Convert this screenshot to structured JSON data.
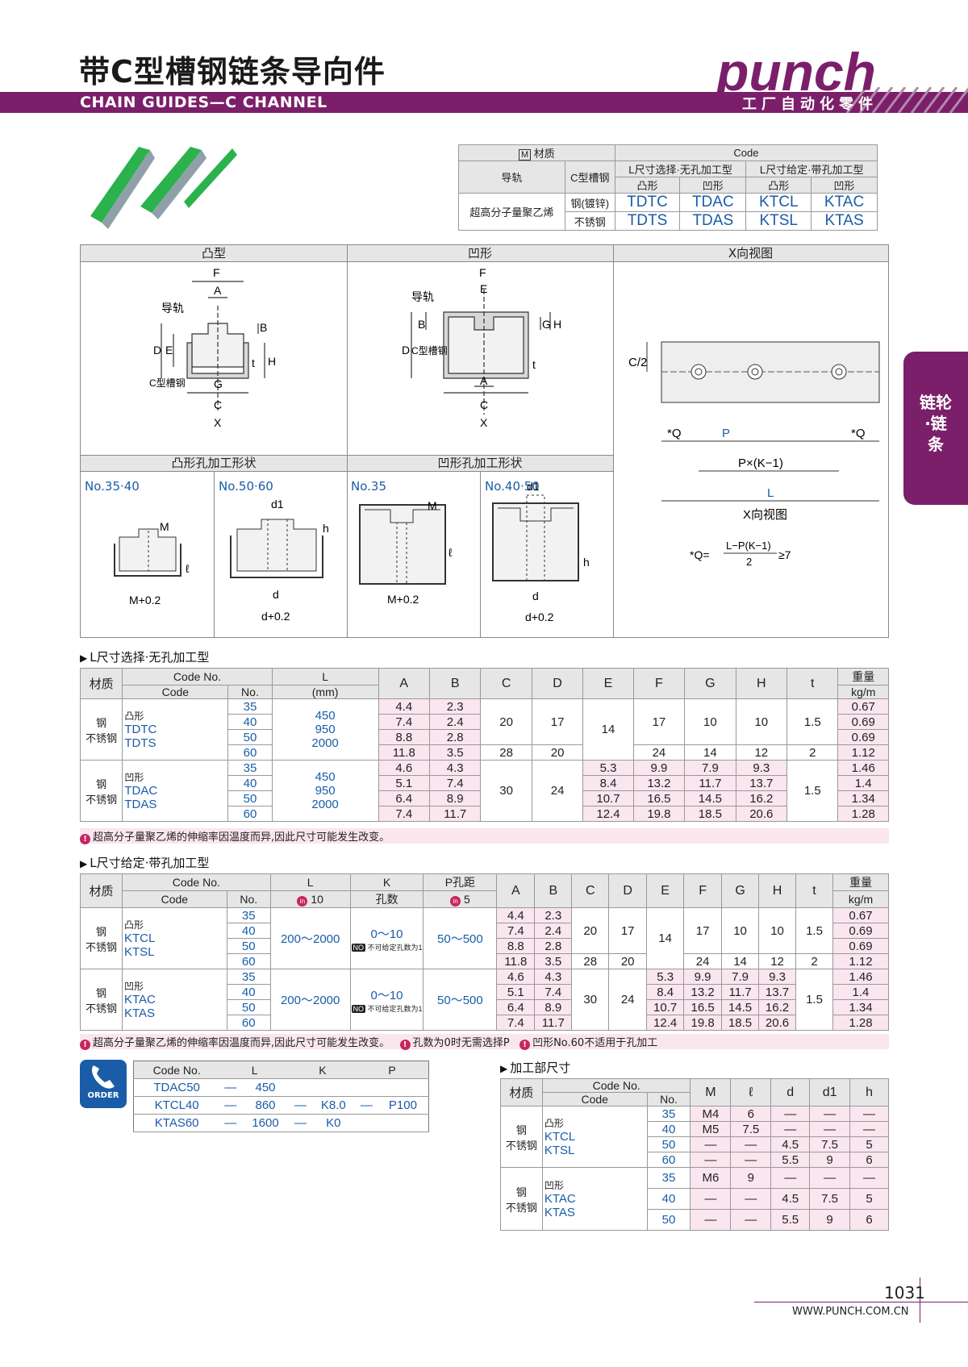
{
  "header": {
    "title_zh": "带C型槽钢链条导向件",
    "title_en": "CHAIN GUIDES—C CHANNEL",
    "logo": "punch",
    "tagline": "工厂自动化零件"
  },
  "side_tab": {
    "label": "链轮·链条"
  },
  "code_table": {
    "material_label": "材质",
    "code_label": "Code",
    "rail": "导轨",
    "channel": "C型槽钢",
    "l_select": "L尺寸选择·无孔加工型",
    "l_specify": "L尺寸给定·带孔加工型",
    "convex": "凸形",
    "concave": "凹形",
    "uhmw": "超高分子量聚乙烯",
    "rows": [
      {
        "channel": "钢(镀锌)",
        "codes": [
          "TDTC",
          "TDAC",
          "KTCL",
          "KTAC"
        ]
      },
      {
        "channel": "不锈钢",
        "codes": [
          "TDTS",
          "TDAS",
          "KTSL",
          "KTAS"
        ]
      }
    ]
  },
  "diagrams": {
    "convex_title": "凸型",
    "concave_title": "凹形",
    "xview_title": "X向视图",
    "convex_hole_title": "凸形孔加工形状",
    "concave_hole_title": "凹形孔加工形状",
    "sizes": [
      "No.35·40",
      "No.50·60",
      "No.35",
      "No.40·50"
    ],
    "rail_label": "导轨",
    "channel_label": "C型槽钢",
    "dims": {
      "F": "F",
      "A": "A",
      "B": "B",
      "D": "D",
      "E": "E",
      "H": "H",
      "t": "t",
      "G": "G",
      "C": "C",
      "X": "X",
      "M": "M",
      "l": "ℓ",
      "d1": "d1",
      "h": "h",
      "d": "d"
    },
    "m_tol": "M+0.2",
    "d_tol": "d+0.2",
    "xview": {
      "c2": "C/2",
      "q": "*Q",
      "p": "P",
      "pk": "P×(K−1)",
      "L": "L",
      "caption": "X向视图",
      "formula_lhs": "*Q=",
      "formula_num": "L−P(K−1)",
      "formula_den": "2",
      "formula_rhs": "≥7"
    }
  },
  "section1": {
    "heading": "L尺寸选择·无孔加工型",
    "headers": {
      "material": "材质",
      "code_no": "Code No.",
      "code": "Code",
      "no": "No.",
      "L": "L",
      "L_unit": "(mm)",
      "A": "A",
      "B": "B",
      "C": "C",
      "D": "D",
      "E": "E",
      "F": "F",
      "G": "G",
      "H": "H",
      "t": "t",
      "weight": "重量",
      "weight_unit": "kg/m"
    },
    "groups": [
      {
        "shape": "凸形",
        "mat1": "钢",
        "mat2": "不锈钢",
        "code1": "TDTC",
        "code2": "TDTS",
        "L": [
          "450",
          "950",
          "2000"
        ],
        "rows": [
          {
            "no": "35",
            "A": "4.4",
            "B": "2.3",
            "w": "0.67"
          },
          {
            "no": "40",
            "A": "7.4",
            "B": "2.4",
            "w": "0.69"
          },
          {
            "no": "50",
            "A": "8.8",
            "B": "2.8",
            "w": "0.69"
          },
          {
            "no": "60",
            "A": "11.8",
            "B": "3.5",
            "w": "1.12"
          }
        ],
        "C1": "20",
        "D1": "17",
        "E": "14",
        "F1": "17",
        "G1": "10",
        "H1": "10",
        "t1": "1.5",
        "C2": "28",
        "D2": "20",
        "F2": "24",
        "G2": "14",
        "H2": "12",
        "t2": "2"
      },
      {
        "shape": "凹形",
        "mat1": "钢",
        "mat2": "不锈钢",
        "code1": "TDAC",
        "code2": "TDAS",
        "L": [
          "450",
          "950",
          "2000"
        ],
        "rows": [
          {
            "no": "35",
            "A": "4.6",
            "B": "4.3",
            "E": "5.3",
            "F": "9.9",
            "G": "7.9",
            "H": "9.3",
            "w": "1.46"
          },
          {
            "no": "40",
            "A": "5.1",
            "B": "7.4",
            "E": "8.4",
            "F": "13.2",
            "G": "11.7",
            "H": "13.7",
            "w": "1.4"
          },
          {
            "no": "50",
            "A": "6.4",
            "B": "8.9",
            "E": "10.7",
            "F": "16.5",
            "G": "14.5",
            "H": "16.2",
            "w": "1.34"
          },
          {
            "no": "60",
            "A": "7.4",
            "B": "11.7",
            "E": "12.4",
            "F": "19.8",
            "G": "18.5",
            "H": "20.6",
            "w": "1.28"
          }
        ],
        "C": "30",
        "D": "24",
        "t": "1.5"
      }
    ],
    "note": "超高分子量聚乙烯的伸缩率因温度而异,因此尺寸可能发生改变。"
  },
  "section2": {
    "heading": "L尺寸给定·带孔加工型",
    "headers": {
      "material": "材质",
      "code_no": "Code No.",
      "code": "Code",
      "no": "No.",
      "L": "L",
      "L_unit": "10",
      "K": "K",
      "K_sub": "孔数",
      "P": "P孔距",
      "P_unit": "5",
      "A": "A",
      "B": "B",
      "C": "C",
      "D": "D",
      "E": "E",
      "F": "F",
      "G": "G",
      "H": "H",
      "t": "t",
      "weight": "重量",
      "weight_unit": "kg/m"
    },
    "inc_badge": "in",
    "no_badge": "NO",
    "groups": [
      {
        "shape": "凸形",
        "mat1": "钢",
        "mat2": "不锈钢",
        "code1": "KTCL",
        "code2": "KTSL",
        "L": "200～2000",
        "K": "0～10",
        "K_note": "不可给定孔数为1",
        "P": "50～500",
        "rows": [
          {
            "no": "35",
            "A": "4.4",
            "B": "2.3",
            "w": "0.67"
          },
          {
            "no": "40",
            "A": "7.4",
            "B": "2.4",
            "w": "0.69"
          },
          {
            "no": "50",
            "A": "8.8",
            "B": "2.8",
            "w": "0.69"
          },
          {
            "no": "60",
            "A": "11.8",
            "B": "3.5",
            "w": "1.12"
          }
        ],
        "C1": "20",
        "D1": "17",
        "E": "14",
        "F1": "17",
        "G1": "10",
        "H1": "10",
        "t1": "1.5",
        "C2": "28",
        "D2": "20",
        "F2": "24",
        "G2": "14",
        "H2": "12",
        "t2": "2"
      },
      {
        "shape": "凹形",
        "mat1": "钢",
        "mat2": "不锈钢",
        "code1": "KTAC",
        "code2": "KTAS",
        "L": "200～2000",
        "K": "0～10",
        "K_note": "不可给定孔数为1",
        "P": "50～500",
        "rows": [
          {
            "no": "35",
            "A": "4.6",
            "B": "4.3",
            "E": "5.3",
            "F": "9.9",
            "G": "7.9",
            "H": "9.3",
            "w": "1.46"
          },
          {
            "no": "40",
            "A": "5.1",
            "B": "7.4",
            "E": "8.4",
            "F": "13.2",
            "G": "11.7",
            "H": "13.7",
            "w": "1.4"
          },
          {
            "no": "50",
            "A": "6.4",
            "B": "8.9",
            "E": "10.7",
            "F": "16.5",
            "G": "14.5",
            "H": "16.2",
            "w": "1.34"
          },
          {
            "no": "60",
            "A": "7.4",
            "B": "11.7",
            "E": "12.4",
            "F": "19.8",
            "G": "18.5",
            "H": "20.6",
            "w": "1.28"
          }
        ],
        "C": "30",
        "D": "24",
        "t": "1.5"
      }
    ],
    "notes": [
      "超高分子量聚乙烯的伸缩率因温度而异,因此尺寸可能发生改变。",
      "孔数为0时无需选择P",
      "凹形No.60不适用于孔加工"
    ]
  },
  "order": {
    "badge": "ORDER",
    "headers": [
      "Code No.",
      "L",
      "K",
      "P"
    ],
    "rows": [
      [
        "TDAC50",
        "—",
        "450",
        "",
        "",
        "",
        ""
      ],
      [
        "KTCL40",
        "—",
        "860",
        "—",
        "K8.0",
        "—",
        "P100"
      ],
      [
        "KTAS60",
        "—",
        "1600",
        "—",
        "K0",
        "",
        ""
      ]
    ]
  },
  "processing": {
    "heading": "加工部尺寸",
    "headers": {
      "material": "材质",
      "code_no": "Code No.",
      "code": "Code",
      "no": "No.",
      "M": "M",
      "l": "ℓ",
      "d": "d",
      "d1": "d1",
      "h": "h"
    },
    "groups": [
      {
        "shape": "凸形",
        "mat1": "钢",
        "mat2": "不锈钢",
        "code1": "KTCL",
        "code2": "KTSL",
        "rows": [
          [
            "35",
            "M4",
            "6",
            "—",
            "—",
            "—"
          ],
          [
            "40",
            "M5",
            "7.5",
            "—",
            "—",
            "—"
          ],
          [
            "50",
            "—",
            "—",
            "4.5",
            "7.5",
            "5"
          ],
          [
            "60",
            "—",
            "—",
            "5.5",
            "9",
            "6"
          ]
        ]
      },
      {
        "shape": "凹形",
        "mat1": "钢",
        "mat2": "不锈钢",
        "code1": "KTAC",
        "code2": "KTAS",
        "rows": [
          [
            "35",
            "M6",
            "9",
            "—",
            "—",
            "—"
          ],
          [
            "40",
            "—",
            "—",
            "4.5",
            "7.5",
            "5"
          ],
          [
            "50",
            "—",
            "—",
            "5.5",
            "9",
            "6"
          ]
        ]
      }
    ]
  },
  "footer": {
    "page": "1031",
    "url": "WWW.PUNCH.COM.CN"
  },
  "colors": {
    "brand": "#7b1f6a",
    "accent_blue": "#1a5ca8",
    "pink": "#fae6ef",
    "header_gray": "#e6e6e6",
    "green": "#22a84a"
  }
}
